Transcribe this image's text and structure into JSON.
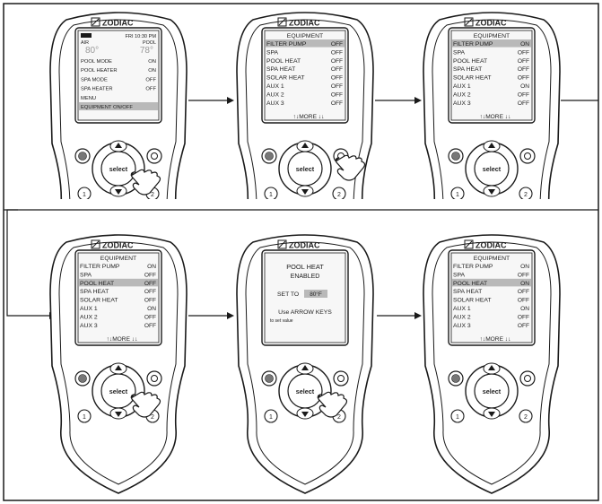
{
  "brand": "ZODIAC",
  "colors": {
    "line": "#1a1a1a",
    "screen": "#f7f7f7",
    "highlight": "#b9b9b9",
    "body": "#ffffff"
  },
  "remotes": [
    {
      "id": "home",
      "header": "",
      "status": {
        "date": "FRI 10:30 PM",
        "air_label": "AIR",
        "pool_label": "POOL",
        "air_temp": "80°",
        "pool_temp": "78°"
      },
      "rows": [
        {
          "label": "POOL MODE",
          "value": "ON"
        },
        {
          "label": "POOL HEATER",
          "value": "ON"
        },
        {
          "label": "SPA MODE",
          "value": "OFF"
        },
        {
          "label": "SPA HEATER",
          "value": "OFF"
        },
        {
          "label": "MENU",
          "value": ""
        },
        {
          "label": "EQUIPMENT ON/OFF",
          "value": ""
        }
      ],
      "highlight_row": 5,
      "footer": "",
      "press": "select"
    },
    {
      "id": "equipment-1",
      "header": "EQUIPMENT",
      "rows": [
        {
          "label": "FILTER PUMP",
          "value": "OFF"
        },
        {
          "label": "SPA",
          "value": "OFF"
        },
        {
          "label": "POOL HEAT",
          "value": "OFF"
        },
        {
          "label": "SPA HEAT",
          "value": "OFF"
        },
        {
          "label": "SOLAR HEAT",
          "value": "OFF"
        },
        {
          "label": "AUX 1",
          "value": "OFF"
        },
        {
          "label": "AUX 2",
          "value": "OFF"
        },
        {
          "label": "AUX 3",
          "value": "OFF"
        }
      ],
      "highlight_row": 0,
      "footer": "↑↓MORE ↓↓",
      "press": "aux"
    },
    {
      "id": "equipment-2",
      "header": "EQUIPMENT",
      "rows": [
        {
          "label": "FILTER PUMP",
          "value": "ON"
        },
        {
          "label": "SPA",
          "value": "OFF"
        },
        {
          "label": "POOL HEAT",
          "value": "OFF"
        },
        {
          "label": "SPA HEAT",
          "value": "OFF"
        },
        {
          "label": "SOLAR HEAT",
          "value": "OFF"
        },
        {
          "label": "AUX 1",
          "value": "ON"
        },
        {
          "label": "AUX 2",
          "value": "OFF"
        },
        {
          "label": "AUX 3",
          "value": "OFF"
        }
      ],
      "highlight_row": 0,
      "footer": "↑↓MORE ↓↓",
      "press": "none"
    },
    {
      "id": "equipment-3",
      "header": "EQUIPMENT",
      "rows": [
        {
          "label": "FILTER PUMP",
          "value": "ON"
        },
        {
          "label": "SPA",
          "value": "OFF"
        },
        {
          "label": "POOL HEAT",
          "value": "OFF"
        },
        {
          "label": "SPA HEAT",
          "value": "OFF"
        },
        {
          "label": "SOLAR HEAT",
          "value": "OFF"
        },
        {
          "label": "AUX 1",
          "value": "ON"
        },
        {
          "label": "AUX 2",
          "value": "OFF"
        },
        {
          "label": "AUX 3",
          "value": "OFF"
        }
      ],
      "highlight_row": 2,
      "footer": "↑↓MORE ↓↓",
      "press": "select"
    },
    {
      "id": "pool-heat",
      "header": "",
      "message": {
        "title": "POOL HEAT",
        "subtitle": "ENABLED",
        "set_to": "SET TO",
        "set_value": "80°F",
        "hint": "Use ARROW KEYS",
        "hint2": "to set value"
      },
      "rows": [],
      "highlight_row": -1,
      "footer": "",
      "press": "select"
    },
    {
      "id": "equipment-4",
      "header": "EQUIPMENT",
      "rows": [
        {
          "label": "FILTER PUMP",
          "value": "ON"
        },
        {
          "label": "SPA",
          "value": "OFF"
        },
        {
          "label": "POOL HEAT",
          "value": "ON"
        },
        {
          "label": "SPA HEAT",
          "value": "OFF"
        },
        {
          "label": "SOLAR HEAT",
          "value": "OFF"
        },
        {
          "label": "AUX 1",
          "value": "ON"
        },
        {
          "label": "AUX 2",
          "value": "OFF"
        },
        {
          "label": "AUX 3",
          "value": "OFF"
        }
      ],
      "highlight_row": 2,
      "footer": "↑↓MORE ↓↓",
      "press": "none"
    }
  ],
  "buttons": {
    "center": "select",
    "left_num": "1",
    "right_num": "2"
  }
}
